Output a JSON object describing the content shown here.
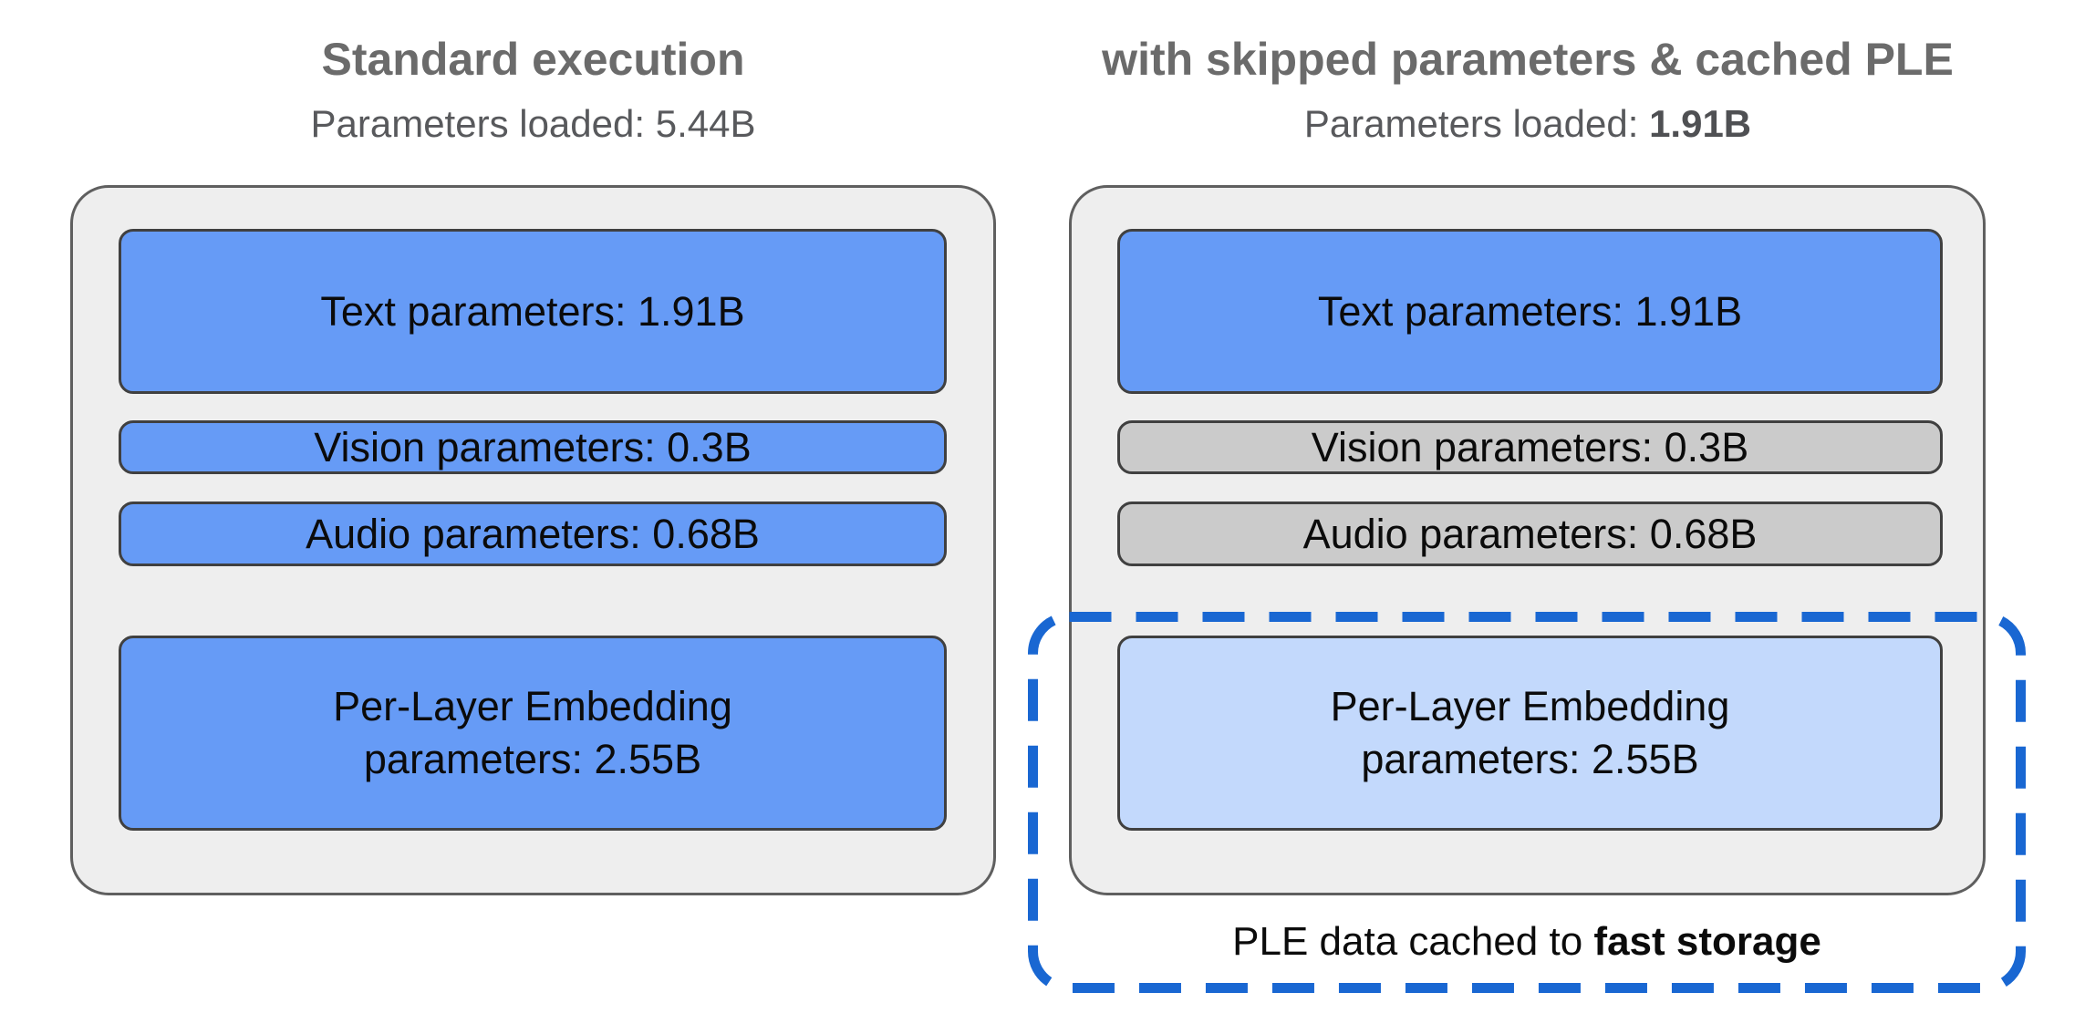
{
  "columns": {
    "left": {
      "title": "Standard execution",
      "subtitle": {
        "label": "Parameters loaded: ",
        "value": "5.44B"
      },
      "boxes": [
        {
          "label": "Text parameters: 1.91B",
          "value_b": 1.91,
          "state": "loaded"
        },
        {
          "label": "Vision parameters: 0.3B",
          "value_b": 0.3,
          "state": "loaded"
        },
        {
          "label": "Audio parameters: 0.68B",
          "value_b": 0.68,
          "state": "loaded"
        },
        {
          "label": "Per-Layer Embedding\nparameters: 2.55B",
          "value_b": 2.55,
          "state": "loaded"
        }
      ]
    },
    "right": {
      "title": "with skipped parameters & cached PLE",
      "subtitle": {
        "label": "Parameters loaded: ",
        "value": "1.91B"
      },
      "boxes": [
        {
          "label": "Text parameters: 1.91B",
          "value_b": 1.91,
          "state": "loaded"
        },
        {
          "label": "Vision parameters: 0.3B",
          "value_b": 0.3,
          "state": "skipped"
        },
        {
          "label": "Audio parameters: 0.68B",
          "value_b": 0.68,
          "state": "skipped"
        },
        {
          "label": "Per-Layer Embedding\nparameters: 2.55B",
          "value_b": 2.55,
          "state": "cached"
        }
      ],
      "caption": {
        "prefix": "PLE data cached to ",
        "bold": "fast storage"
      }
    }
  },
  "colors": {
    "loaded_fill": "#669bf6",
    "skipped_fill": "#cbcbcb",
    "cached_fill": "#c3d9fc",
    "container_fill": "#eeeeee",
    "container_border": "#5f5f5f",
    "box_border": "#404040",
    "dashed_border": "#1967d2",
    "title_gray": "#6b6b6b",
    "subtitle_gray": "#58595c"
  }
}
